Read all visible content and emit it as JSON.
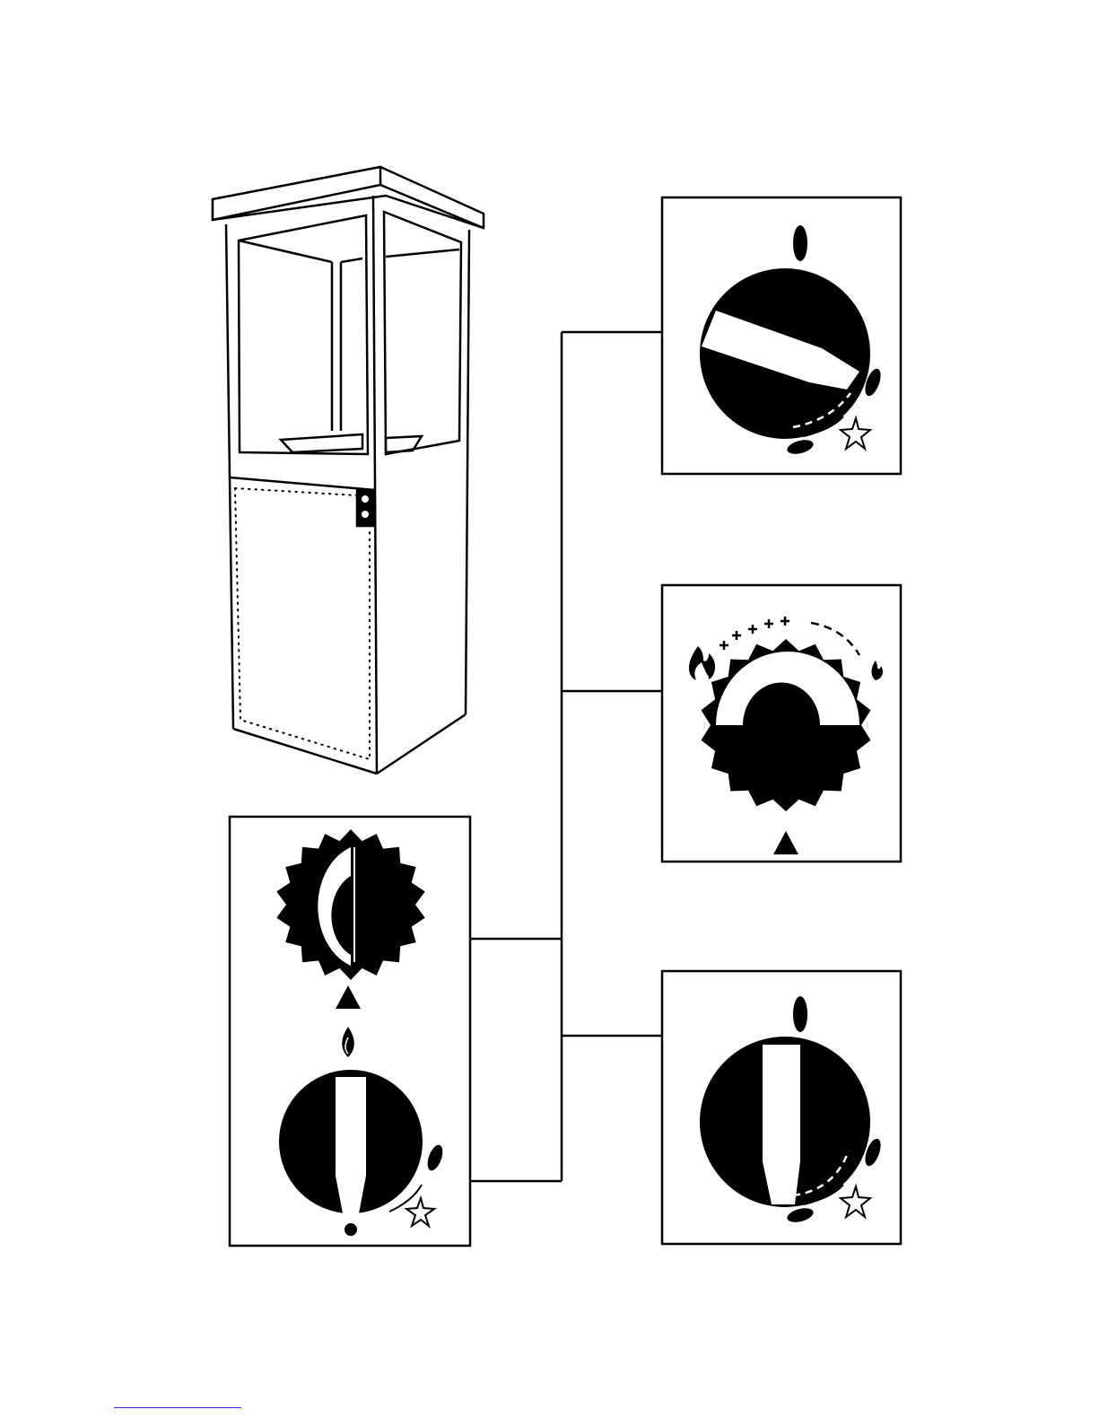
{
  "figure": {
    "components": [
      {
        "id": "fireplace",
        "icon": "fireplace-cabinet-icon"
      },
      {
        "id": "dial-top",
        "icon": "pilot-ignition-knob-icon",
        "symbols": [
          "flame-off-icon",
          "pilot-icon",
          "spark-star-icon"
        ]
      },
      {
        "id": "dial-middle",
        "icon": "flame-height-knob-icon",
        "symbols": [
          "large-flame-icon",
          "small-flame-icon",
          "indicator-triangle-icon"
        ]
      },
      {
        "id": "dial-bottom",
        "icon": "pilot-ignition-knob-icon",
        "symbols": [
          "flame-off-icon",
          "pilot-icon",
          "spark-star-icon"
        ]
      },
      {
        "id": "panel-left",
        "icon": "control-panel-icon",
        "symbols": [
          "flame-knob-icon",
          "indicator-triangle-icon",
          "pilot-flame-icon",
          "ignition-knob-icon",
          "spark-star-icon"
        ]
      }
    ],
    "colors": {
      "ink": "#000000",
      "paper": "#ffffff",
      "link": "#2b2bd6"
    }
  },
  "footer": {
    "link_text": ""
  }
}
